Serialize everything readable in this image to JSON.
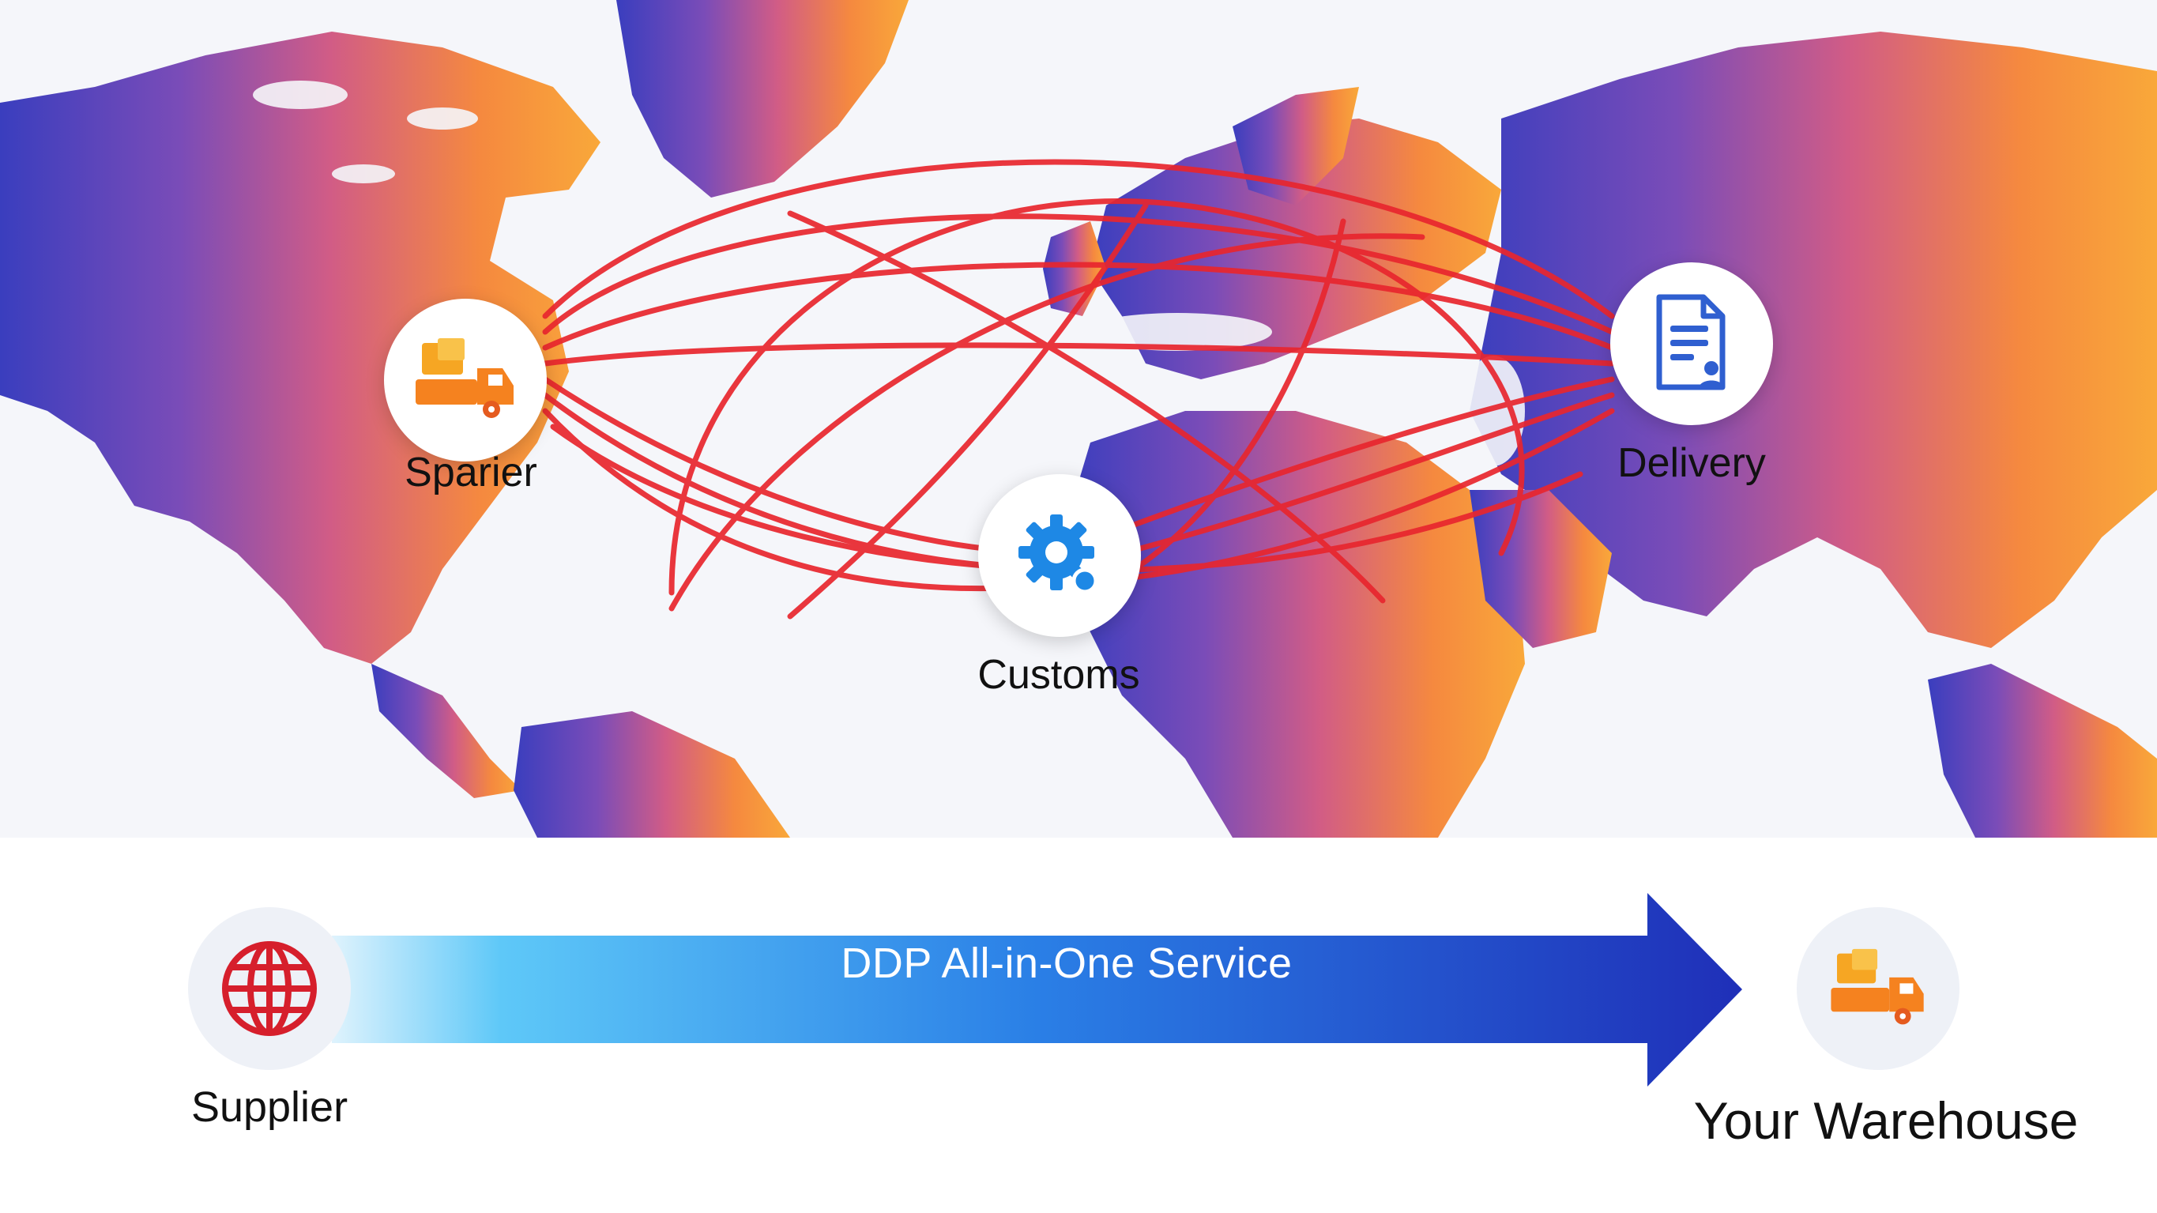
{
  "nodes": {
    "sparier": {
      "label": "Sparier",
      "icon": "delivery-truck-icon"
    },
    "customs": {
      "label": "Customs",
      "icon": "gear-icon"
    },
    "delivery": {
      "label": "Delivery",
      "icon": "document-person-icon"
    }
  },
  "flow": {
    "arrow_label": "DDP All-in-One Service",
    "start": {
      "label": "Supplier",
      "icon": "globe-icon"
    },
    "end": {
      "label": "Your Warehouse",
      "icon": "delivery-truck-icon"
    }
  },
  "colors": {
    "map_gradient": [
      "#3b3fbf",
      "#8a4fb8",
      "#d95a7a",
      "#f79a3a"
    ],
    "route_red": "#e8262e",
    "arrow_gradient": [
      "#5ec8f8",
      "#2a7fe6",
      "#1f2fb8"
    ],
    "customs_blue": "#1e88e5",
    "truck_orange": "#f5821f"
  }
}
